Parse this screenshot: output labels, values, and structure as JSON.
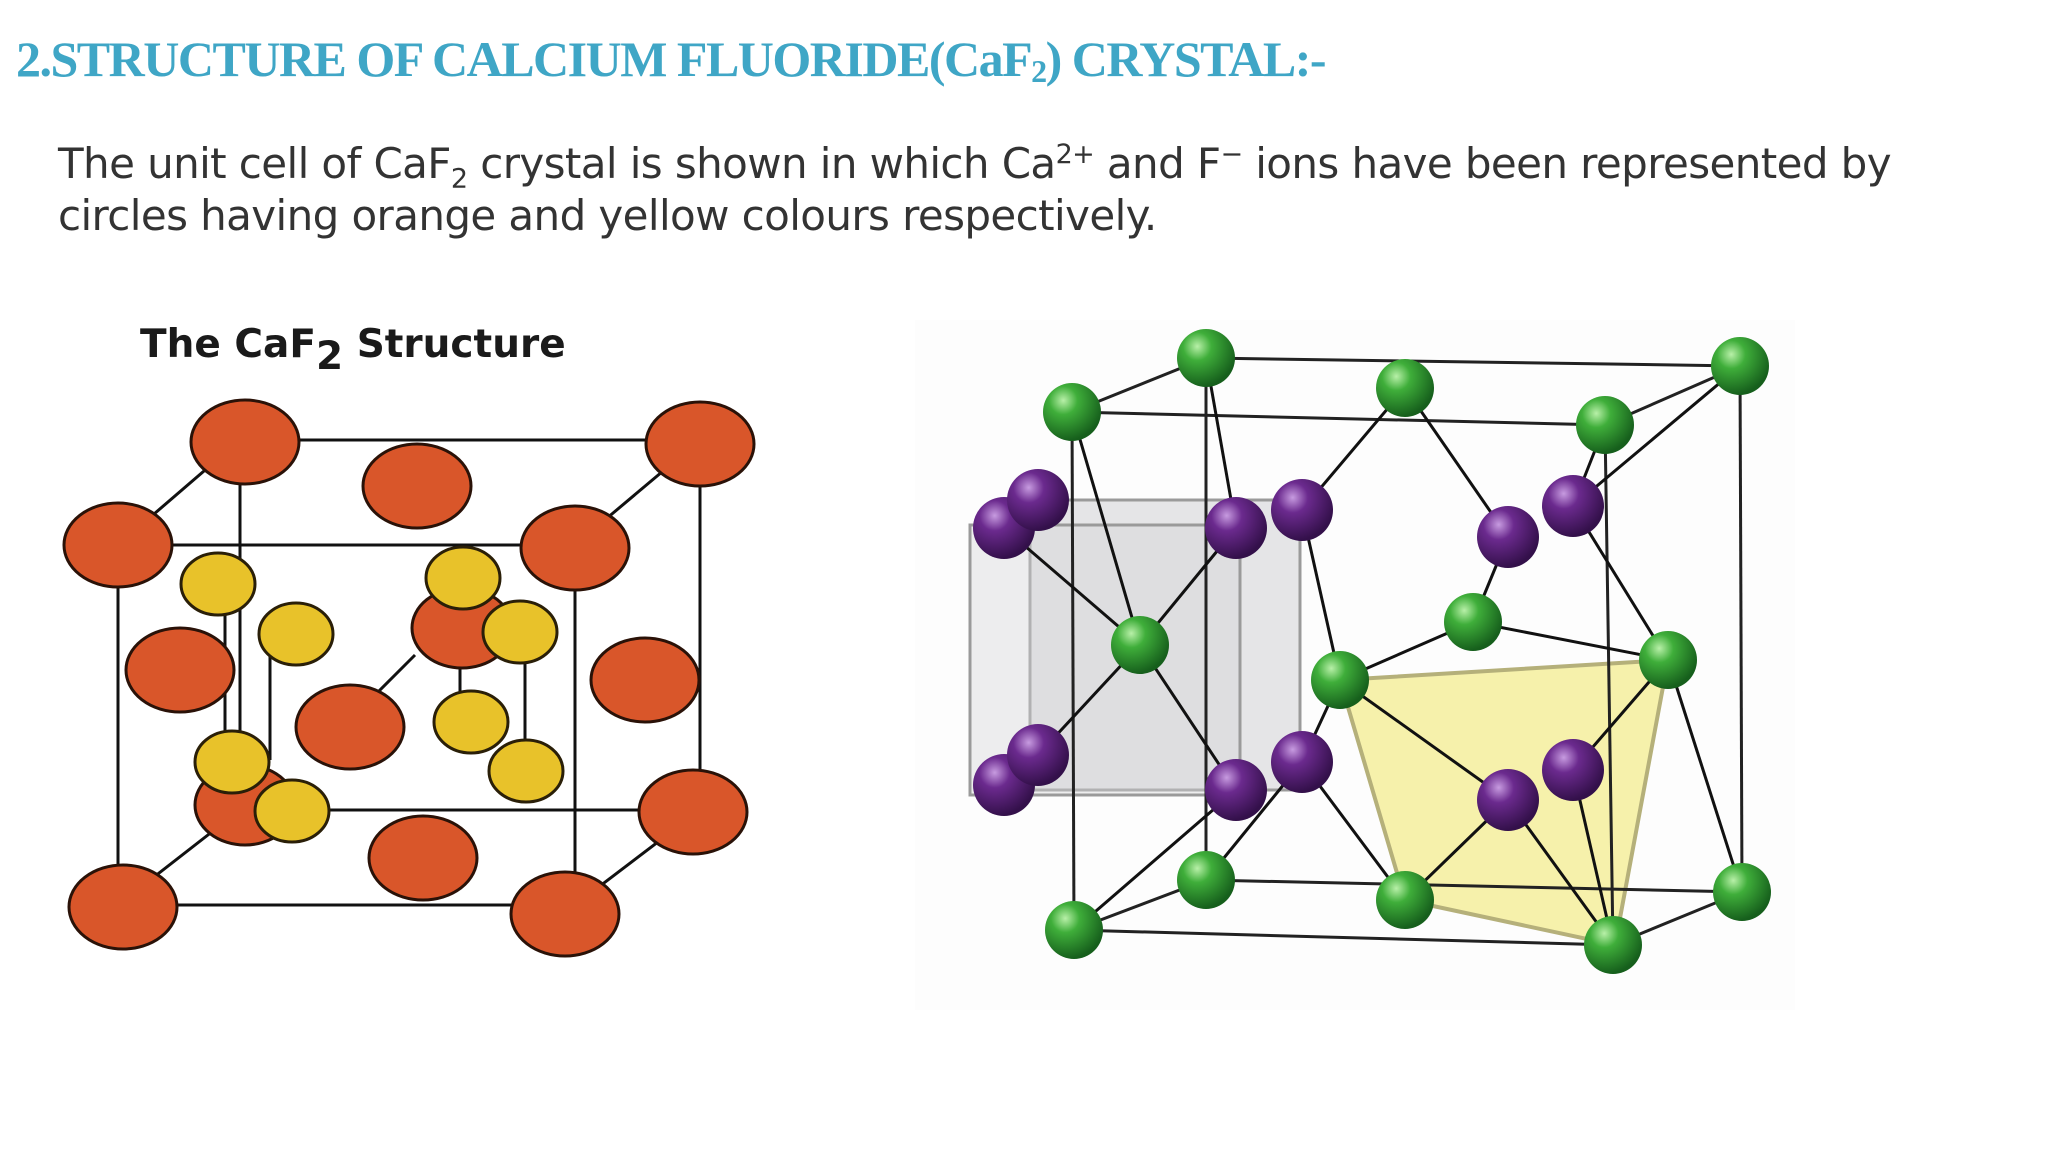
{
  "title": {
    "number": "2.",
    "text_main": "STRUCTURE OF CALCIUM FLUORIDE(CaF",
    "text_sub": "2",
    "text_end": ") CRYSTAL:-"
  },
  "description": {
    "part1": "The unit  cell of CaF",
    "sub1": "2",
    "part2": " crystal is shown in which Ca",
    "sup1": "2+",
    "part3": " and F",
    "sup2": "−",
    "part4": " ions have been represented by circles having orange and yellow colours respectively."
  },
  "figure_left": {
    "caption_prefix": "The CaF",
    "caption_sub": "2",
    "caption_suffix": " Structure",
    "ca_color": "#d9562a",
    "f_color": "#e8c22a"
  },
  "figure_right": {
    "green_color": "#2e9e35",
    "purple_color": "#6b2a8e",
    "plane_color": "#f4ee9c",
    "box_color": "#c8c8cc"
  }
}
